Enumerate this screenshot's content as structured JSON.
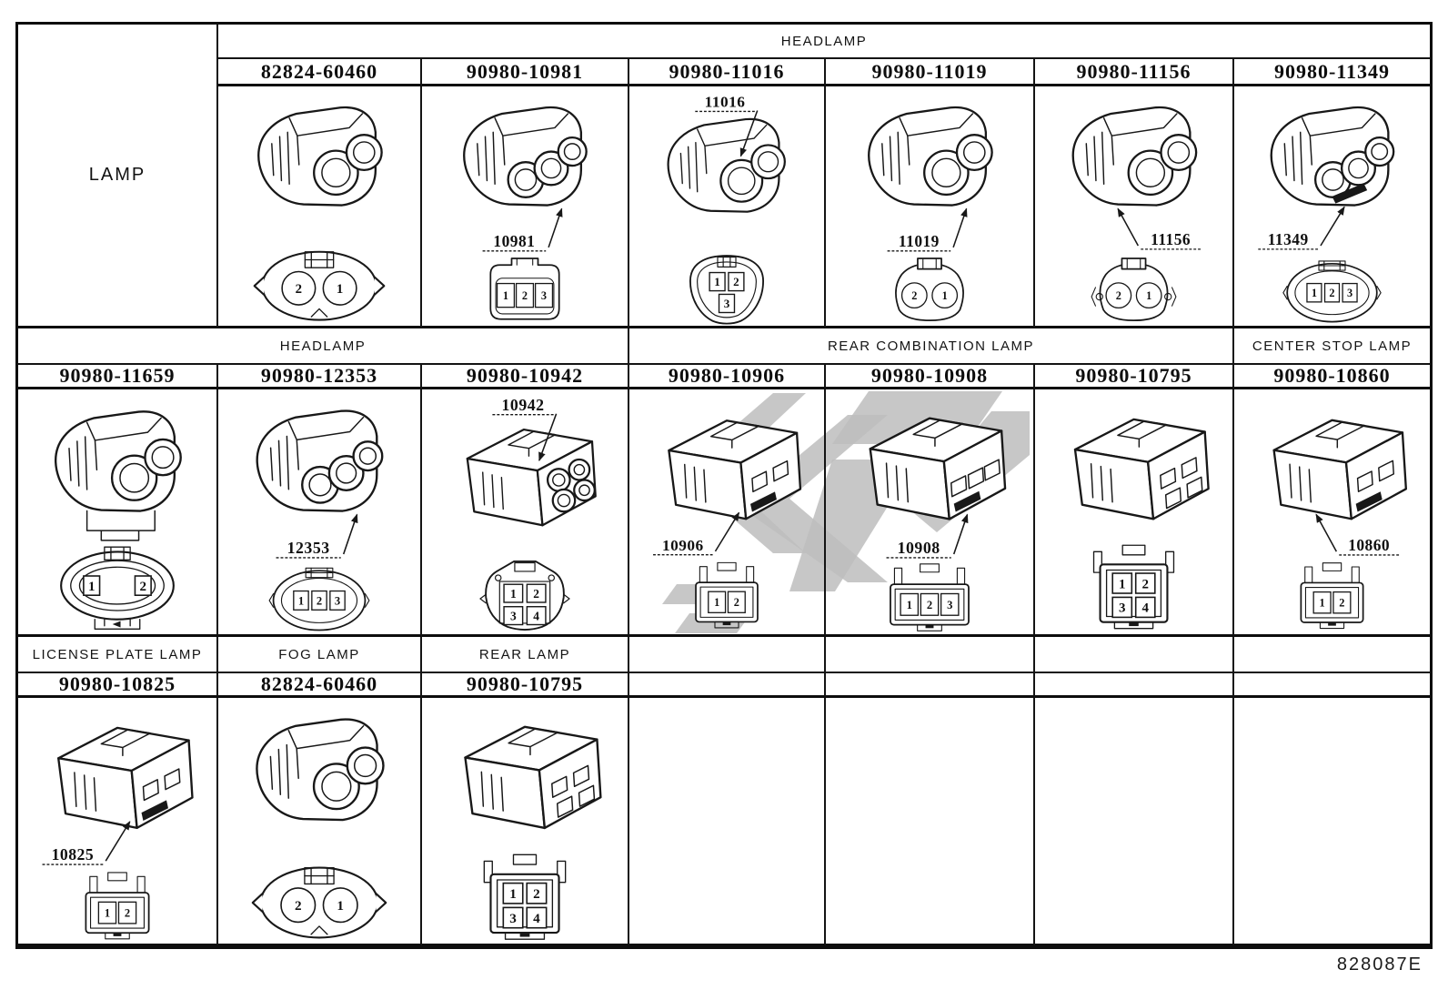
{
  "drawing_code": "828087E",
  "colors": {
    "line": "#181818",
    "watermark": "#bdbdbd",
    "background": "#ffffff"
  },
  "table": {
    "lamp_label": "LAMP",
    "sections": [
      {
        "header_cells": [
          {
            "label": "HEADLAMP",
            "col": 2,
            "span": 6
          }
        ],
        "cells": [
          {
            "part_number": "82824-60460",
            "callout": null,
            "iso": {
              "type": "barrel",
              "barrels": 2
            },
            "front": {
              "outer": "lemon",
              "pin_shape": "circle",
              "rows": [
                [
                  "2",
                  "1"
                ]
              ]
            }
          },
          {
            "part_number": "90980-10981",
            "callout": {
              "label": "10981",
              "pos": "below-center"
            },
            "iso": {
              "type": "barrel",
              "barrels": 3
            },
            "front": {
              "outer": "roundrect",
              "pin_shape": "square",
              "rows": [
                [
                  "1",
                  "2",
                  "3"
                ]
              ]
            }
          },
          {
            "part_number": "90980-11016",
            "callout": {
              "label": "11016",
              "pos": "above"
            },
            "iso": {
              "type": "barrel",
              "barrels": 2
            },
            "front": {
              "outer": "pear",
              "pin_shape": "square",
              "rows": [
                [
                  "1",
                  "2"
                ],
                [
                  "3"
                ]
              ]
            }
          },
          {
            "part_number": "90980-11019",
            "callout": {
              "label": "11019",
              "pos": "below-center"
            },
            "iso": {
              "type": "barrel",
              "barrels": 2
            },
            "front": {
              "outer": "round",
              "pin_shape": "circle",
              "rows": [
                [
                  "2",
                  "1"
                ]
              ]
            }
          },
          {
            "part_number": "90980-11156",
            "callout": {
              "label": "11156",
              "pos": "below-right"
            },
            "iso": {
              "type": "barrel",
              "barrels": 2
            },
            "front": {
              "outer": "round",
              "screws": true,
              "pin_shape": "circle",
              "rows": [
                [
                  "2",
                  "1"
                ]
              ]
            }
          },
          {
            "part_number": "90980-11349",
            "callout": {
              "label": "11349",
              "pos": "below-left"
            },
            "iso": {
              "type": "barrel",
              "barrels": 3,
              "strip": true
            },
            "front": {
              "outer": "oval",
              "pin_shape": "square",
              "rows": [
                [
                  "1",
                  "2",
                  "3"
                ]
              ]
            }
          }
        ]
      },
      {
        "header_cells": [
          {
            "label": "HEADLAMP",
            "col": 1,
            "span": 3
          },
          {
            "label": "REAR COMBINATION LAMP",
            "col": 4,
            "span": 3
          },
          {
            "label": "CENTER STOP LAMP",
            "col": 7,
            "span": 1
          }
        ],
        "cells": [
          {
            "part_number": "90980-11659",
            "callout": null,
            "iso": {
              "type": "barrel",
              "barrels": 2,
              "bracket": true
            },
            "front": {
              "outer": "oval2",
              "pin_shape": "square",
              "rows": [
                [
                  "1",
                  "2"
                ]
              ]
            }
          },
          {
            "part_number": "90980-12353",
            "callout": {
              "label": "12353",
              "pos": "below-center"
            },
            "iso": {
              "type": "barrel",
              "barrels": 3
            },
            "front": {
              "outer": "oval",
              "pin_shape": "square",
              "rows": [
                [
                  "1",
                  "2",
                  "3"
                ]
              ]
            }
          },
          {
            "part_number": "90980-10942",
            "callout": {
              "label": "10942",
              "pos": "above"
            },
            "iso": {
              "type": "box",
              "cavities": "circles4"
            },
            "front": {
              "outer": "pearup",
              "pin_shape": "square",
              "rows": [
                [
                  "1",
                  "2"
                ],
                [
                  "3",
                  "4"
                ]
              ]
            }
          },
          {
            "part_number": "90980-10906",
            "callout": {
              "label": "10906",
              "pos": "below-left"
            },
            "iso": {
              "type": "box",
              "cavities": "1x2",
              "strip": true
            },
            "front": {
              "outer": "rect",
              "pin_shape": "square",
              "rows": [
                [
                  "1",
                  "2"
                ]
              ]
            }
          },
          {
            "part_number": "90980-10908",
            "callout": {
              "label": "10908",
              "pos": "below-center"
            },
            "iso": {
              "type": "box",
              "cavities": "1x3",
              "strip": true
            },
            "front": {
              "outer": "rect",
              "pin_shape": "square",
              "rows": [
                [
                  "1",
                  "2",
                  "3"
                ]
              ]
            }
          },
          {
            "part_number": "90980-10795",
            "callout": null,
            "iso": {
              "type": "box",
              "cavities": "2x2"
            },
            "front": {
              "outer": "rect",
              "pin_shape": "square",
              "rows": [
                [
                  "1",
                  "2"
                ],
                [
                  "3",
                  "4"
                ]
              ]
            }
          },
          {
            "part_number": "90980-10860",
            "callout": {
              "label": "10860",
              "pos": "below-right"
            },
            "iso": {
              "type": "box",
              "cavities": "1x2",
              "strip": true
            },
            "front": {
              "outer": "rect",
              "pin_shape": "square",
              "rows": [
                [
                  "1",
                  "2"
                ]
              ]
            }
          }
        ]
      },
      {
        "header_cells": [
          {
            "label": "LICENSE PLATE LAMP",
            "col": 1,
            "span": 1
          },
          {
            "label": "FOG LAMP",
            "col": 2,
            "span": 1
          },
          {
            "label": "REAR LAMP",
            "col": 3,
            "span": 1
          },
          {
            "label": "",
            "col": 4,
            "span": 1
          },
          {
            "label": "",
            "col": 5,
            "span": 1
          },
          {
            "label": "",
            "col": 6,
            "span": 1
          },
          {
            "label": "",
            "col": 7,
            "span": 1
          }
        ],
        "cells": [
          {
            "part_number": "90980-10825",
            "callout": {
              "label": "10825",
              "pos": "below-left"
            },
            "iso": {
              "type": "box",
              "cavities": "1x2",
              "strip": true
            },
            "front": {
              "outer": "rect",
              "pin_shape": "square",
              "rows": [
                [
                  "1",
                  "2"
                ]
              ]
            }
          },
          {
            "part_number": "82824-60460",
            "callout": null,
            "iso": {
              "type": "barrel",
              "barrels": 2
            },
            "front": {
              "outer": "lemon",
              "pin_shape": "circle",
              "rows": [
                [
                  "2",
                  "1"
                ]
              ]
            }
          },
          {
            "part_number": "90980-10795",
            "callout": null,
            "iso": {
              "type": "box",
              "cavities": "2x2"
            },
            "front": {
              "outer": "rect",
              "pin_shape": "square",
              "rows": [
                [
                  "1",
                  "2"
                ],
                [
                  "3",
                  "4"
                ]
              ]
            }
          },
          null,
          null,
          null,
          null
        ]
      }
    ]
  }
}
